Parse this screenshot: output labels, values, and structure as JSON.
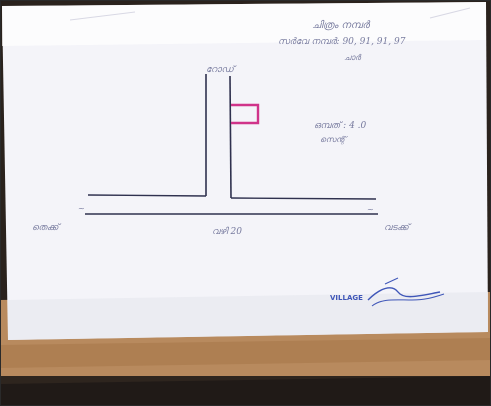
{
  "photo": {
    "subject": "hand-drawn site sketch on paper",
    "colors": {
      "paper": "#f7f7fb",
      "table_wood": "#b88a5e",
      "dark_edge": "#1f1a17",
      "ink": "#3a3d63",
      "highlight": "#d0338a",
      "signature": "#3f56b8"
    }
  },
  "sketch": {
    "header_line1": "ചിത്രം നമ്പർ",
    "header_line2": "സർവേ നമ്പർ: 90, 91, 91, 97",
    "header_line3": "ചാർ",
    "top_label": "റോഡ്",
    "right_note_1": "ഒമ്പത് : 4 .0",
    "right_note_2": "സെന്റ്",
    "left_label": "തെക്ക്",
    "bottom_label": "വഴി 20",
    "right_label": "വടക്ക്",
    "signature": "VILLAGE"
  }
}
